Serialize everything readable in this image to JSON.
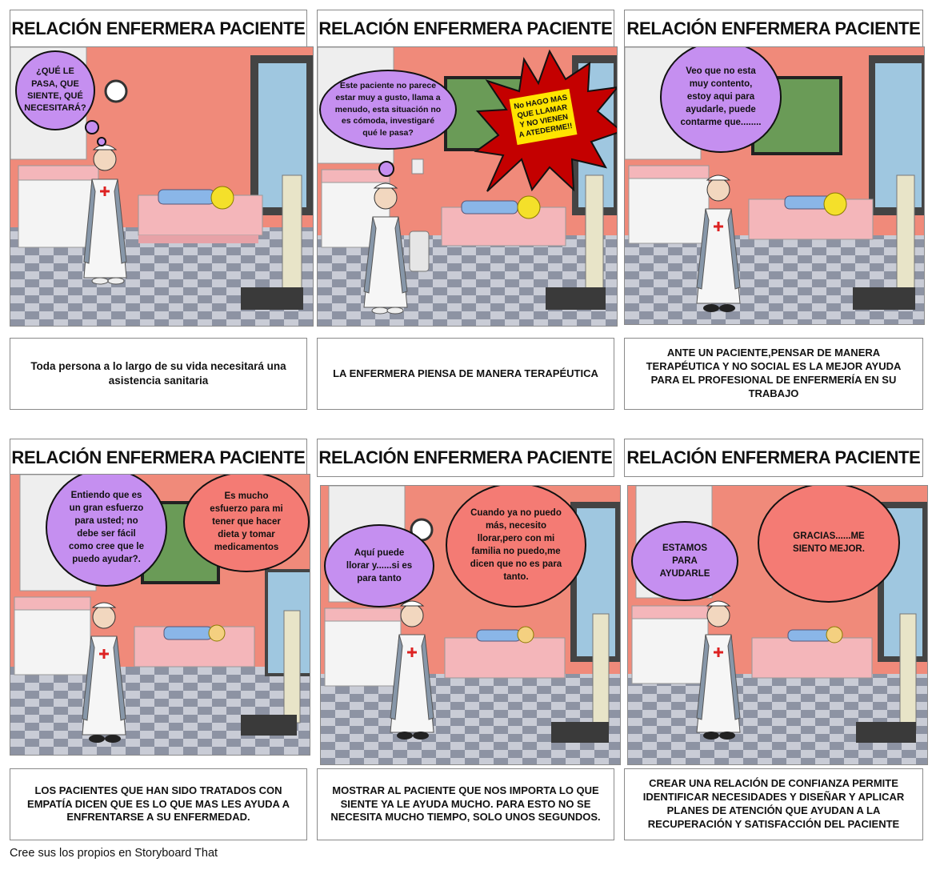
{
  "panels": [
    {
      "title": "RELACIÓN ENFERMERA PACIENTE",
      "bubbles": [
        "¿QUÉ LE PASA, QUE SIENTE, QUÉ NECESITARÁ?"
      ],
      "caption": "Toda persona a lo largo de su vida necesitará una asistencia sanitaria"
    },
    {
      "title": "RELACIÓN ENFERMERA PACIENTE",
      "bubbles": [
        "Este paciente no parece estar muy a gusto, llama a menudo, esta situación no es cómoda, investigaré  qué le pasa?",
        "No HAGO MAS QUE LLAMAR Y NO VIENEN A ATEDERME!!"
      ],
      "caption": "LA ENFERMERA PIENSA DE MANERA TERAPÉUTICA"
    },
    {
      "title": "RELACIÓN ENFERMERA PACIENTE",
      "bubbles": [
        "Veo que no esta muy contento, estoy aqui para ayudarle, puede contarme que........"
      ],
      "caption": "ANTE UN PACIENTE,PENSAR DE MANERA TERAPÉUTICA Y NO SOCIAL ES LA MEJOR AYUDA PARA EL PROFESIONAL DE ENFERMERÍA EN SU TRABAJO"
    },
    {
      "title": "RELACIÓN ENFERMERA PACIENTE",
      "bubbles": [
        "Entiendo que es un gran esfuerzo para usted; no debe ser fácil como cree que le puedo ayudar?.",
        "Es  mucho esfuerzo para mi tener que hacer dieta y tomar medicamentos"
      ],
      "caption": "LOS PACIENTES QUE HAN SIDO TRATADOS CON EMPATÍA DICEN QUE ES LO QUE MAS LES AYUDA A ENFRENTARSE A SU ENFERMEDAD."
    },
    {
      "title": "RELACIÓN ENFERMERA PACIENTE",
      "bubbles": [
        "Aquí puede llorar y......si es para tanto",
        "Cuando ya no puedo más, necesito llorar,pero con mi familia no puedo,me dicen que no es para tanto."
      ],
      "caption": "MOSTRAR AL PACIENTE QUE NOS IMPORTA LO QUE SIENTE YA LE AYUDA MUCHO.  PARA ESTO NO SE NECESITA MUCHO TIEMPO, SOLO UNOS SEGUNDOS."
    },
    {
      "title": "RELACIÓN ENFERMERA PACIENTE",
      "bubbles": [
        "ESTAMOS PARA AYUDARLE",
        "GRACIAS......ME SIENTO MEJOR."
      ],
      "caption": "CREAR UNA RELACIÓN DE CONFIANZA PERMITE IDENTIFICAR NECESIDADES Y DISEÑAR Y APLICAR PLANES DE ATENCIÓN QUE AYUDAN A LA RECUPERACIÓN Y SATISFACCIÓN DEL PACIENTE"
    }
  ],
  "footer": "Cree sus los propios en Storyboard That",
  "colors": {
    "wall": "#f08a7a",
    "floor_light": "#c9ccd6",
    "floor_dark": "#8d93a3",
    "bubble_purple": "#c58ff0",
    "bubble_red": "#f47b74",
    "burst_red": "#c40000",
    "burst_yellow": "#ffe400"
  }
}
